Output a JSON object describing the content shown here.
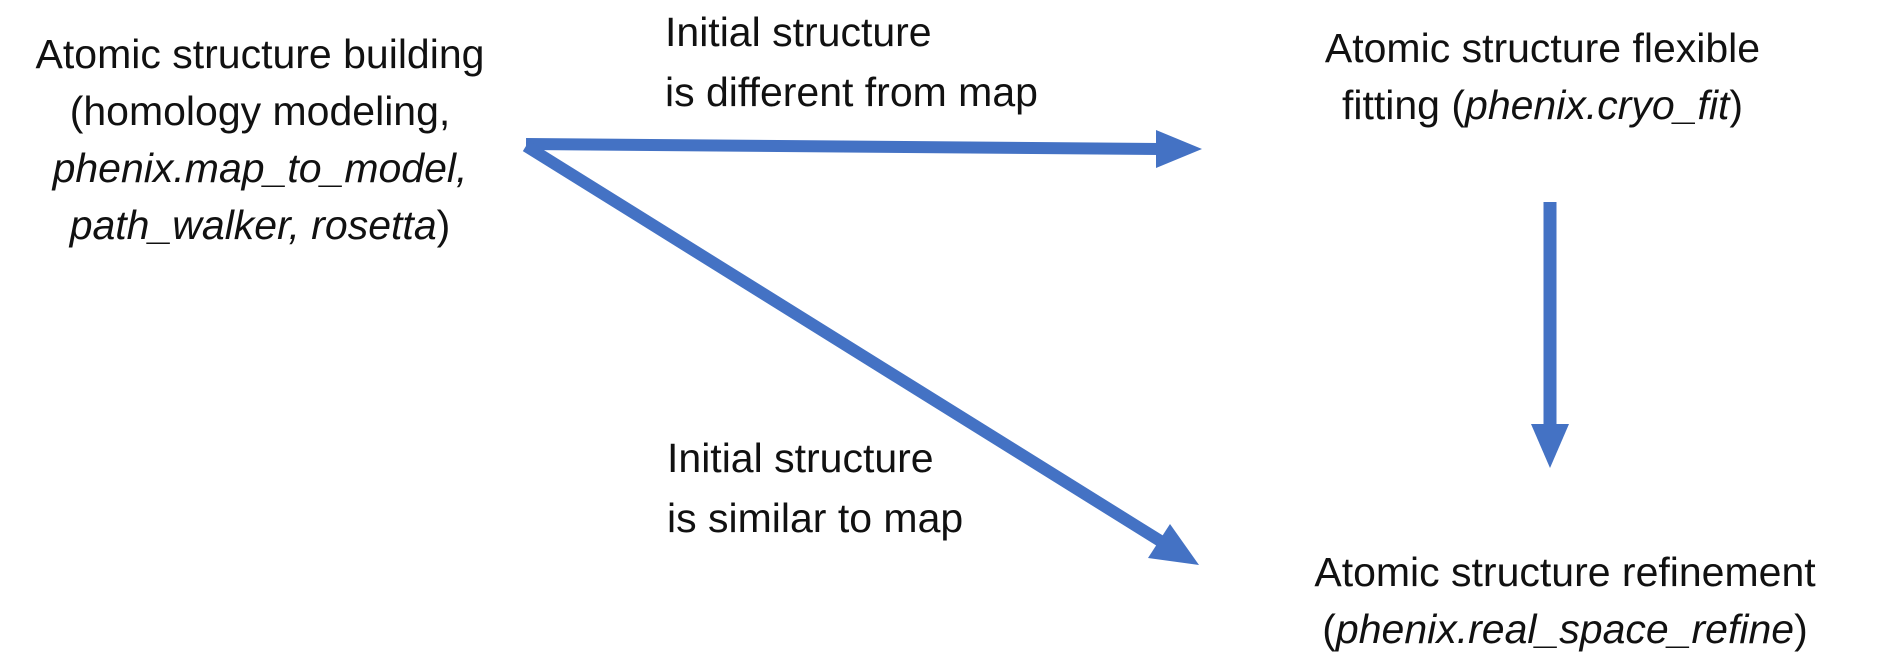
{
  "colors": {
    "arrow": "#4472c4",
    "text": "#111111",
    "background": "#ffffff"
  },
  "nodes": {
    "building": {
      "line1": "Atomic structure building",
      "line2": "(homology modeling,",
      "line3": "phenix.map_to_model,",
      "line4_italic": "path_walker, rosetta",
      "line4_suffix": ")"
    },
    "fitting": {
      "line1": "Atomic structure flexible",
      "line2_prefix": "fitting (",
      "line2_italic": "phenix.cryo_fit",
      "line2_suffix": ")"
    },
    "refinement": {
      "line1": "Atomic structure refinement",
      "line2_prefix": "(",
      "line2_italic": "phenix.real_space_refine",
      "line2_suffix": ")"
    }
  },
  "edges": {
    "different": {
      "line1": "Initial structure",
      "line2": "is different from map"
    },
    "similar": {
      "line1": "Initial structure",
      "line2": "is similar to map"
    }
  }
}
